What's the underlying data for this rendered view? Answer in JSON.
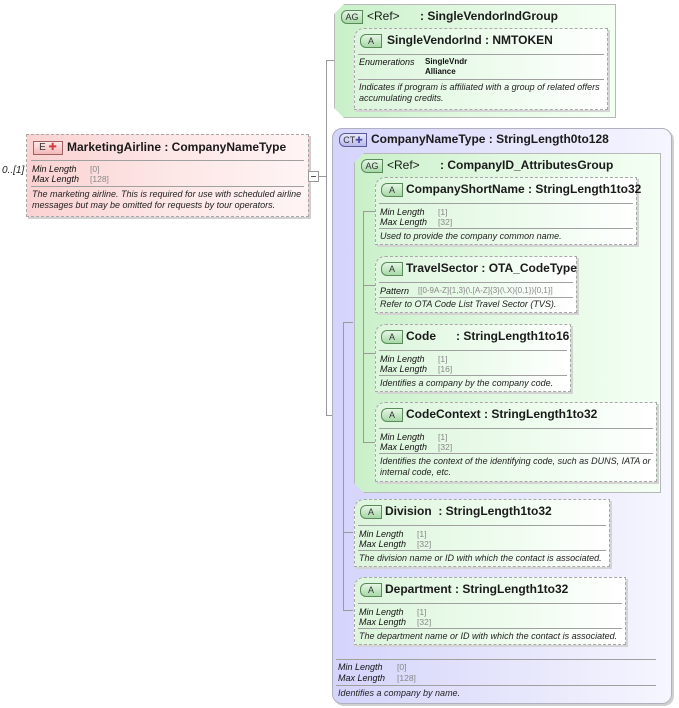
{
  "element": {
    "badge": "E",
    "occurs": "0..[1]",
    "name": "MarketingAirline",
    "type": "CompanyNameType",
    "title": "MarketingAirline : CompanyNameType",
    "props": [
      {
        "label": "Min Length",
        "value": "[0]"
      },
      {
        "label": "Max Length",
        "value": "[128]"
      }
    ],
    "doc": "The marketing airline. This is required for use with scheduled airline messages but may be omitted for requests by tour operators."
  },
  "ag_single_vendor": {
    "badge": "AG",
    "ref": "<Ref>",
    "name": ": SingleVendorIndGroup",
    "attribute": {
      "badge": "A",
      "title": "SingleVendorInd : NMTOKEN",
      "enum_label": "Enumerations",
      "enums": [
        "SingleVndr",
        "Alliance"
      ],
      "doc": "Indicates if program is affiliated with a group of related offers accumulating credits."
    }
  },
  "complex_type": {
    "badge": "CT",
    "title": "CompanyNameType : StringLength0to128",
    "ag_company_id": {
      "badge": "AG",
      "ref": "<Ref>",
      "name": ": CompanyID_AttributesGroup",
      "attributes": [
        {
          "badge": "A",
          "title": "CompanyShortName : StringLength1to32",
          "props": [
            {
              "label": "Min Length",
              "value": "[1]"
            },
            {
              "label": "Max Length",
              "value": "[32]"
            }
          ],
          "doc": "Used to provide the company common name."
        },
        {
          "badge": "A",
          "title": "TravelSector : OTA_CodeType",
          "props": [
            {
              "label": "Pattern",
              "value": "[[0-9A-Z]{1,3}(\\.[A-Z]{3}(\\.X){0,1}){0,1}]"
            }
          ],
          "doc": "Refer to OTA Code List Travel Sector (TVS)."
        },
        {
          "badge": "A",
          "title": "Code      : StringLength1to16",
          "props": [
            {
              "label": "Min Length",
              "value": "[1]"
            },
            {
              "label": "Max Length",
              "value": "[16]"
            }
          ],
          "doc": "Identifies a company by the company code."
        },
        {
          "badge": "A",
          "title": "CodeContext : StringLength1to32",
          "props": [
            {
              "label": "Min Length",
              "value": "[1]"
            },
            {
              "label": "Max Length",
              "value": "[32]"
            }
          ],
          "doc": "Identifies the context of the identifying code, such as DUNS, IATA or internal code, etc."
        }
      ]
    },
    "attributes": [
      {
        "badge": "A",
        "title": "Division  : StringLength1to32",
        "props": [
          {
            "label": "Min Length",
            "value": "[1]"
          },
          {
            "label": "Max Length",
            "value": "[32]"
          }
        ],
        "doc": "The division name or ID with which the contact is associated."
      },
      {
        "badge": "A",
        "title": "Department : StringLength1to32",
        "props": [
          {
            "label": "Min Length",
            "value": "[1]"
          },
          {
            "label": "Max Length",
            "value": "[32]"
          }
        ],
        "doc": "The department name or ID with which the contact is associated."
      }
    ],
    "props": [
      {
        "label": "Min Length",
        "value": "[0]"
      },
      {
        "label": "Max Length",
        "value": "[128]"
      }
    ],
    "doc": "Identifies a company by name."
  },
  "colors": {
    "element_bg": "#fbd2d2",
    "group_bg": "#c9f0c9",
    "complex_type_bg": "#d4d4fc",
    "connector": "#9a9a9a"
  }
}
